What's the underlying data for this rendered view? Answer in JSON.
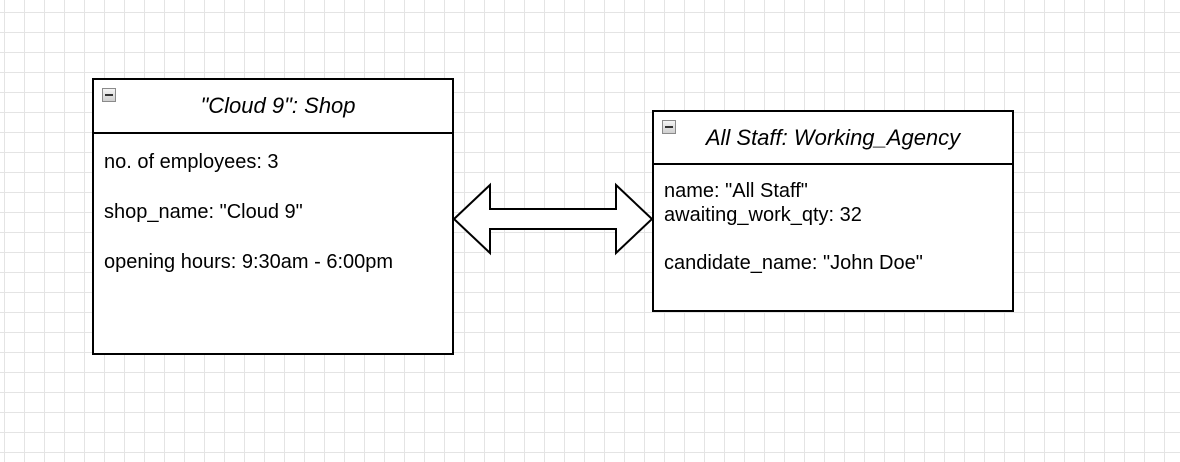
{
  "shop": {
    "title": "\"Cloud 9\": Shop",
    "attributes": [
      "no. of employees: 3",
      "shop_name: \"Cloud 9\"",
      "opening hours: 9:30am - 6:00pm"
    ]
  },
  "agency": {
    "title": "All Staff: Working_Agency",
    "attributes": [
      "name: \"All Staff\"",
      "awaiting_work_qty: 32",
      "candidate_name: \"John Doe\""
    ]
  },
  "connector": {
    "type": "bidirectional-block-arrow",
    "from": "shop",
    "to": "agency"
  },
  "icons": {
    "collapse": "collapse-minus-icon"
  }
}
